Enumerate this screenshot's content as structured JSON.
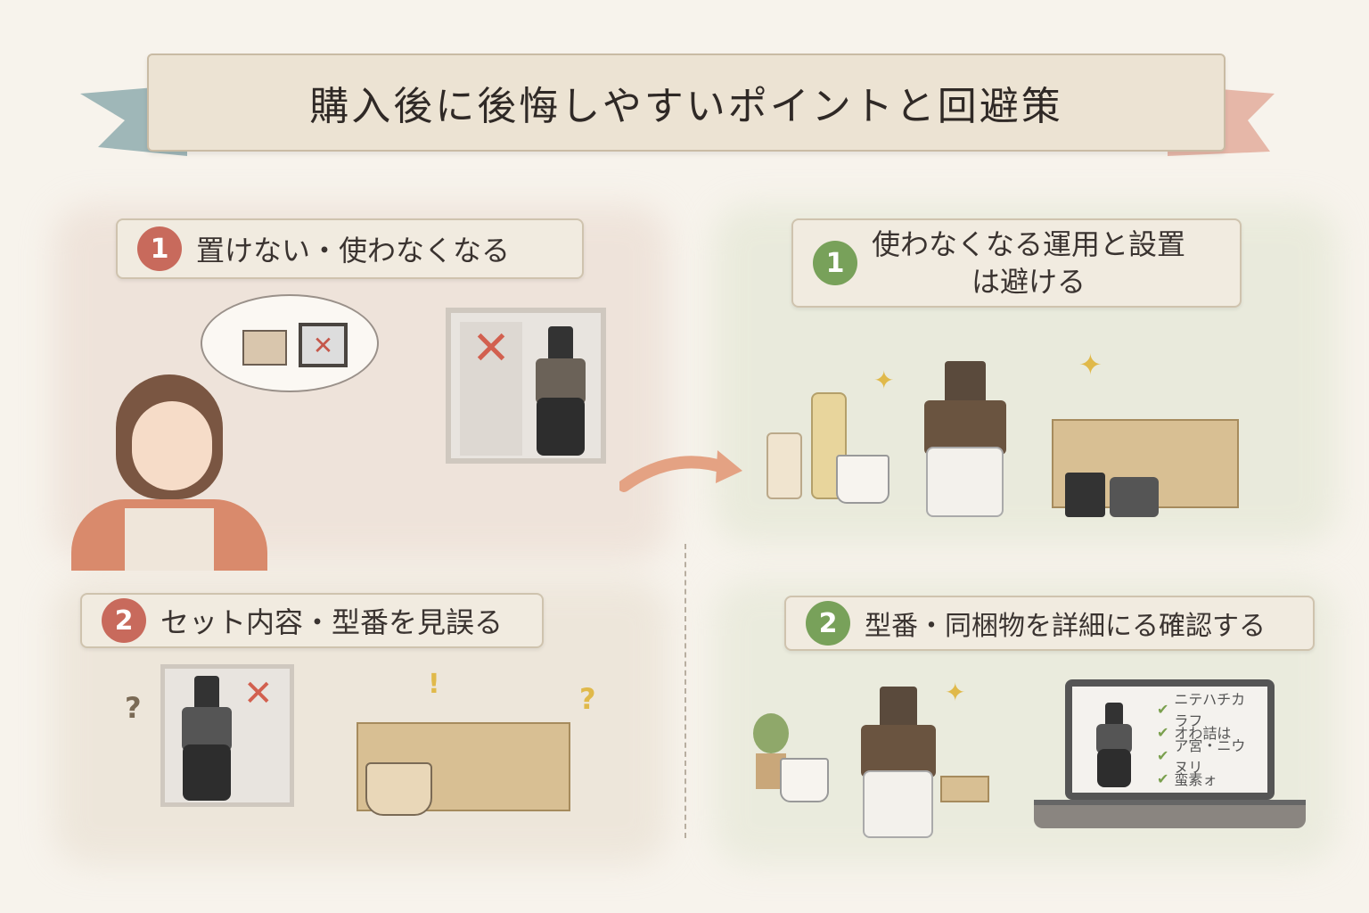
{
  "title": "購入後に後悔しやすいポイントと回避策",
  "colors": {
    "problem_accent": "#c86a5c",
    "solution_accent": "#78a15a",
    "banner": "#ece3d3"
  },
  "problems": [
    {
      "number": "1",
      "label": "置けない・使わなくなる"
    },
    {
      "number": "2",
      "label": "セット内容・型番を見誤る"
    }
  ],
  "solutions": [
    {
      "number": "1",
      "label_line1": "使わなくなる運用と設置",
      "label_line2": "は避ける"
    },
    {
      "number": "2",
      "label": "型番・同梱物を詳細にる確認する"
    }
  ],
  "laptop_checklist": [
    "ニテハチカラフ",
    "オわ詰は",
    "ア宮・ニウヌリ",
    "蛮素ォ"
  ],
  "marks": {
    "question": "?",
    "exclaim": "!",
    "cross": "✕",
    "sparkle": "✦"
  }
}
